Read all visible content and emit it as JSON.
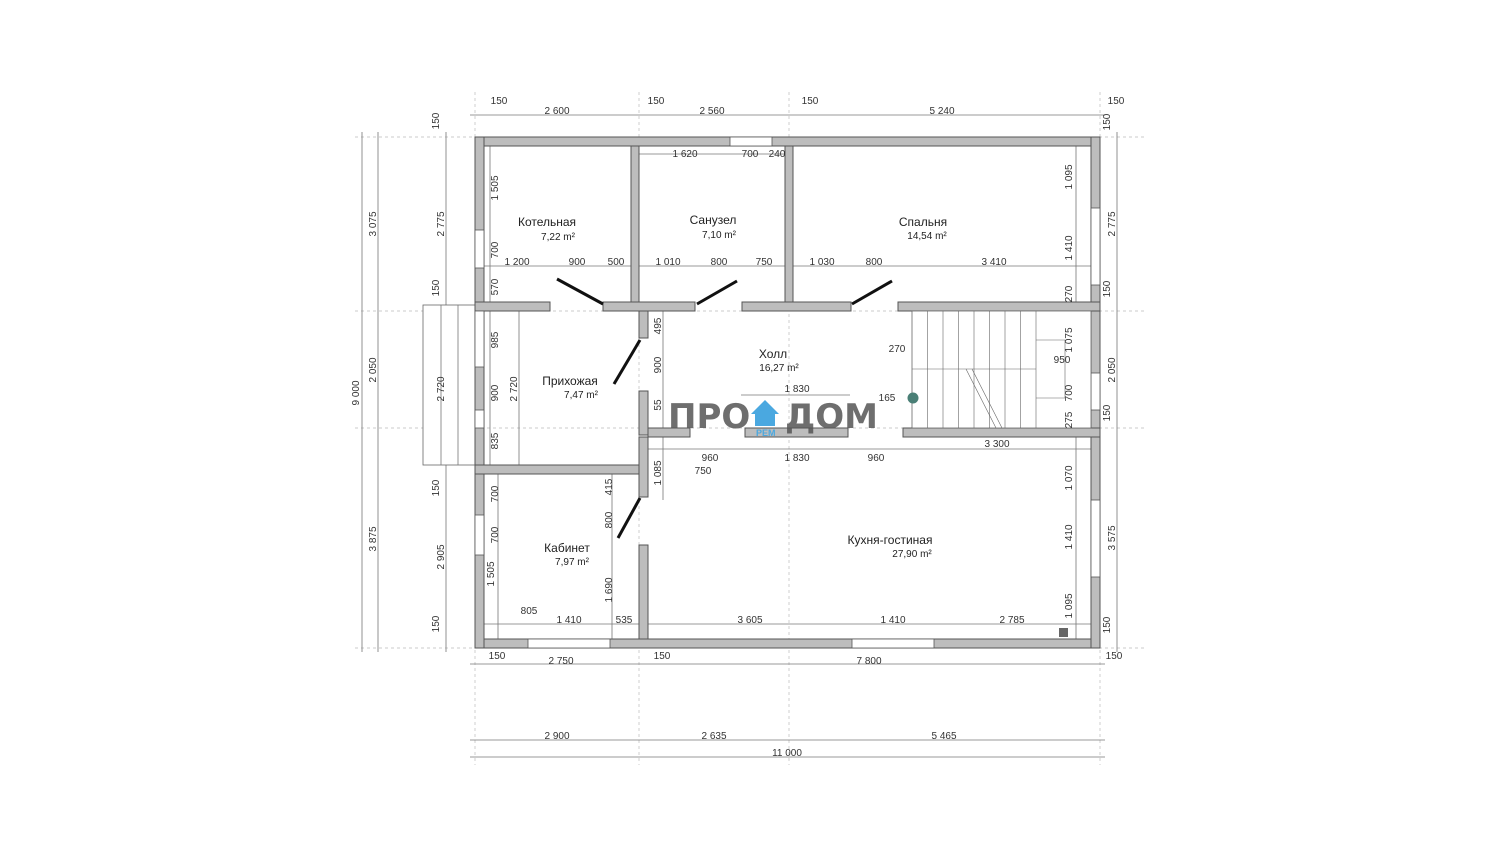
{
  "rooms": [
    {
      "name": "Котельная",
      "area": "7,22 m²"
    },
    {
      "name": "Санузел",
      "area": "7,10 m²"
    },
    {
      "name": "Спальня",
      "area": "14,54 m²"
    },
    {
      "name": "Холл",
      "area": "16,27 m²"
    },
    {
      "name": "Прихожая",
      "area": "7,47 m²"
    },
    {
      "name": "Кабинет",
      "area": "7,97 m²"
    },
    {
      "name": "Кухня-гостиная",
      "area": "27,90 m²"
    }
  ],
  "dims": [
    "150",
    "2 600",
    "150",
    "2 560",
    "150",
    "5 240",
    "150",
    "1 620",
    "700",
    "240",
    "1 200",
    "900",
    "500",
    "1 010",
    "800",
    "750",
    "1 030",
    "800",
    "3 410",
    "1 830",
    "960",
    "1 830",
    "960",
    "3 300",
    "750",
    "270",
    "950",
    "165",
    "805",
    "1 410",
    "535",
    "3 605",
    "1 410",
    "2 785",
    "150",
    "2 750",
    "150",
    "7 800",
    "150",
    "2 900",
    "2 635",
    "5 465",
    "11 000",
    "9 000",
    "3 075",
    "2 050",
    "3 875",
    "150",
    "2 775",
    "150",
    "2 720",
    "150",
    "2 905",
    "150",
    "1 505",
    "700",
    "570",
    "985",
    "900",
    "835",
    "700",
    "700",
    "1 505",
    "2 720",
    "415",
    "800",
    "1 690",
    "495",
    "900",
    "55",
    "1 085",
    "1 095",
    "1 410",
    "270",
    "1 075",
    "700",
    "275",
    "1 070",
    "1 410",
    "1 095",
    "150",
    "2 775",
    "150",
    "2 050",
    "150",
    "3 575",
    "150"
  ],
  "logo": {
    "left": "ПРО",
    "right": "ДОМ",
    "sub": "РЕМ"
  },
  "colors": {
    "wall": "#bdbdbd",
    "logo_blue": "#4aa8e0",
    "column": "#4a7f76"
  }
}
